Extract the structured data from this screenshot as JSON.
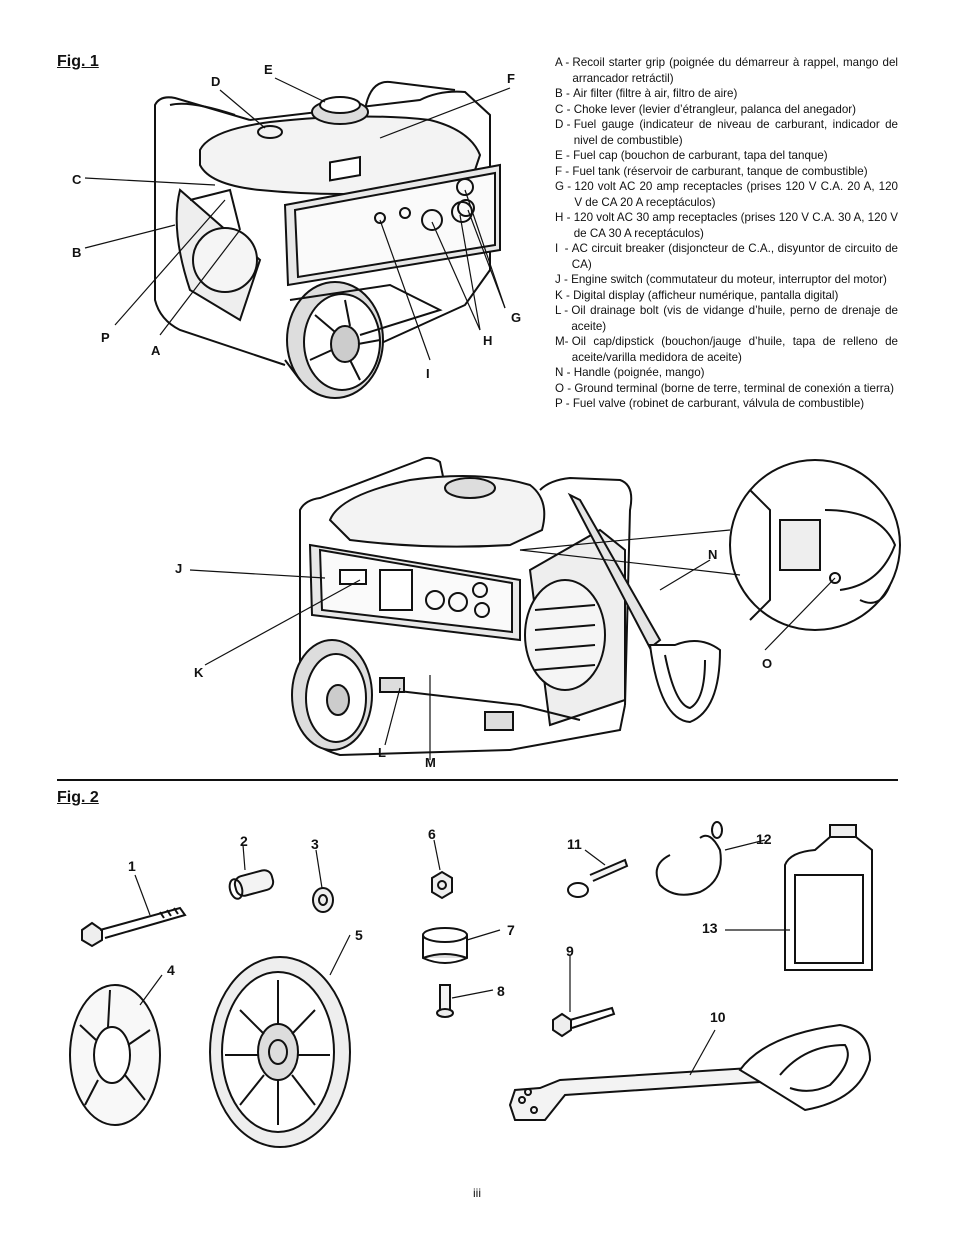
{
  "fig1": {
    "title": "Fig. 1",
    "callouts": [
      "D",
      "E",
      "F",
      "C",
      "B",
      "P",
      "A",
      "I",
      "H",
      "G"
    ],
    "legend": [
      {
        "key": "A -",
        "text": "Recoil starter grip (poignée du démarreur à rappel, mango del arrancador retráctil)"
      },
      {
        "key": "B -",
        "text": "Air filter (filtre à air, filtro de aire)"
      },
      {
        "key": "C -",
        "text": "Choke lever (levier d’étrangleur, palanca del anegador)"
      },
      {
        "key": "D -",
        "text": "Fuel gauge (indicateur de niveau de carburant, indicador de nivel de combustible)"
      },
      {
        "key": "E -",
        "text": "Fuel cap (bouchon de carburant, tapa del tanque)"
      },
      {
        "key": "F -",
        "text": "Fuel tank (réservoir de carburant, tanque de combustible)"
      },
      {
        "key": "G -",
        "text": "120 volt AC 20 amp receptacles (prises 120 V C.A. 20 A, 120 V de CA 20 A receptáculos)"
      },
      {
        "key": "H -",
        "text": "120 volt AC 30 amp receptacles (prises 120 V C.A. 30 A, 120 V de CA 30 A receptáculos)"
      },
      {
        "key": "I  -",
        "text": "AC circuit breaker (disjoncteur de C.A., disyuntor de circuito de CA)"
      },
      {
        "key": "J -",
        "text": "Engine switch (commutateur du moteur, interruptor del motor)"
      },
      {
        "key": "K -",
        "text": "Digital display (afficheur numérique, pantalla digital)"
      },
      {
        "key": "L -",
        "text": "Oil drainage bolt (vis de vidange d’huile, perno de drenaje de aceite)"
      },
      {
        "key": "M-",
        "text": "Oil cap/dipstick (bouchon/jauge d’huile, tapa de relleno de aceite/varilla medidora de aceite)"
      },
      {
        "key": "N -",
        "text": "Handle (poignée, mango)"
      },
      {
        "key": "O -",
        "text": "Ground terminal (borne de terre, terminal de conexión a tierra)"
      },
      {
        "key": "P -",
        "text": "Fuel valve (robinet de carburant, válvula de combustible)"
      }
    ],
    "rear_callouts": [
      "J",
      "K",
      "L",
      "M",
      "N",
      "O"
    ]
  },
  "fig2": {
    "title": "Fig. 2",
    "parts": [
      "1",
      "2",
      "3",
      "4",
      "5",
      "6",
      "7",
      "8",
      "9",
      "10",
      "11",
      "12",
      "13"
    ]
  },
  "page_number": "iii"
}
